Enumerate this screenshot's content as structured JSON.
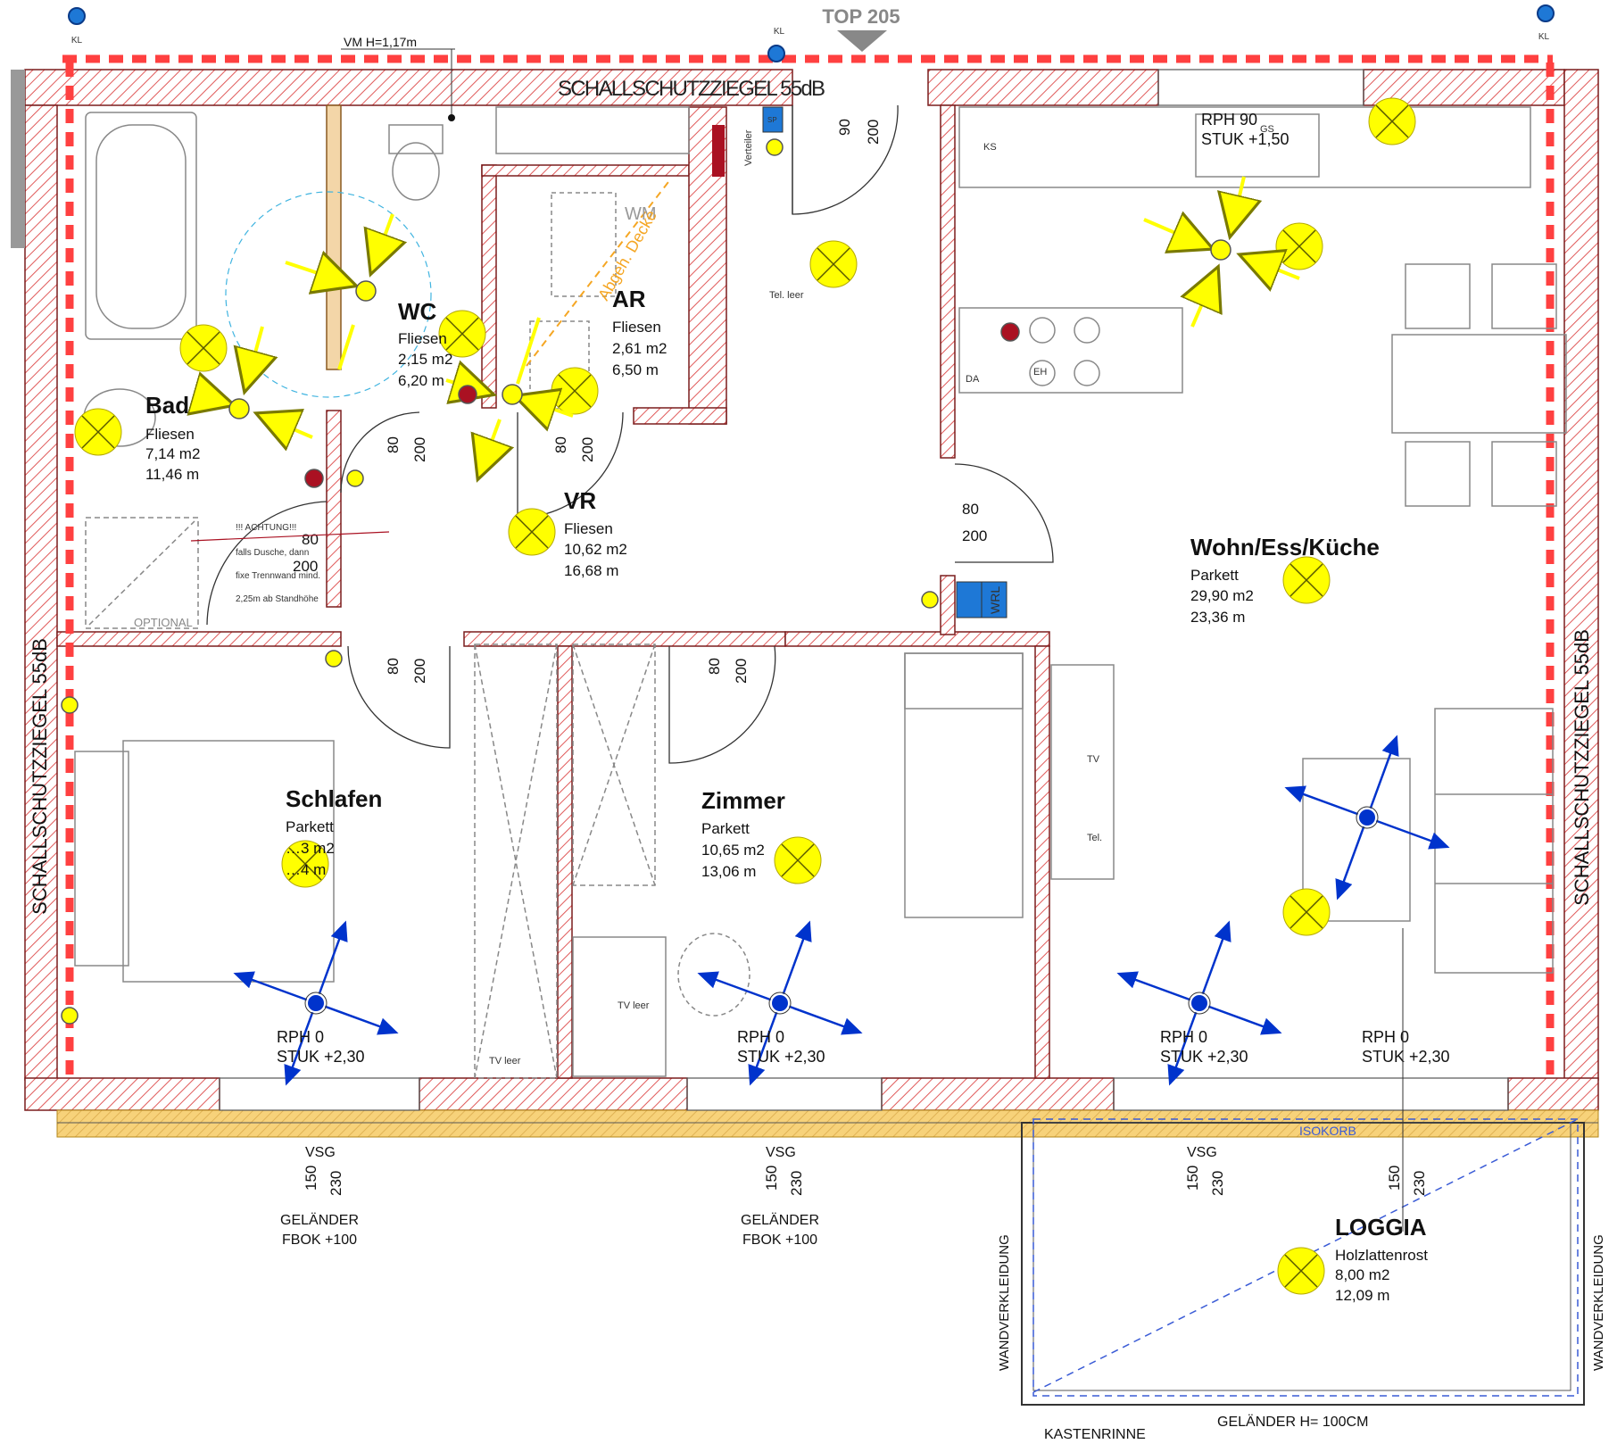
{
  "plan": {
    "top_label": "TOP 205",
    "wall_label_top": "SCHALLSCHUTZZIEGEL 55dB",
    "wall_label_left": "SCHALLSCHUTZZIEGEL 55dB",
    "wall_label_right": "SCHALLSCHUTZZIEGEL 55dB",
    "vm_label": "VM H=1,17m",
    "kl": "KL",
    "rooms": {
      "bad": {
        "name": "Bad",
        "floor": "Fliesen",
        "area": "7,14 m2",
        "perimeter": "11,46 m"
      },
      "wc": {
        "name": "WC",
        "floor": "Fliesen",
        "area": "2,15 m2",
        "perimeter": "6,20 m"
      },
      "ar": {
        "name": "AR",
        "floor": "Fliesen",
        "area": "2,61 m2",
        "perimeter": "6,50 m"
      },
      "vr": {
        "name": "VR",
        "floor": "Fliesen",
        "area": "10,62 m2",
        "perimeter": "16,68 m"
      },
      "wek": {
        "name": "Wohn/Ess/Küche",
        "floor": "Parkett",
        "area": "29,90 m2",
        "perimeter": "23,36 m"
      },
      "schlafen": {
        "name": "Schlafen",
        "floor": "Parkett",
        "area": "…3 m2",
        "perimeter": "…4 m"
      },
      "zimmer": {
        "name": "Zimmer",
        "floor": "Parkett",
        "area": "10,65 m2",
        "perimeter": "13,06 m"
      },
      "loggia": {
        "name": "LOGGIA",
        "floor": "Holzlattenrost",
        "area": "8,00 m2",
        "perimeter": "12,09 m"
      }
    },
    "door_dims": {
      "w80": "80",
      "w90": "90",
      "h200": "200"
    },
    "window_dims": {
      "w150": "150",
      "h230": "230"
    },
    "rph_stuk": [
      {
        "rph": "RPH 0",
        "stuk": "STUK +2,30"
      },
      {
        "rph": "RPH 0",
        "stuk": "STUK +2,30"
      },
      {
        "rph": "RPH 0",
        "stuk": "STUK +2,30"
      },
      {
        "rph": "RPH 0",
        "stuk": "STUK +2,30"
      }
    ],
    "kitchen_rph": "RPH 90",
    "kitchen_stuk": "STUK +1,50",
    "vsg": "VSG",
    "gelaender": "GELÄNDER",
    "fbok": "FBOK +100",
    "gelaender_h": "GELÄNDER H= 100CM",
    "kastenrinne": "KASTENRINNE",
    "isokorb": "ISOKORB",
    "wandverkleidung": "WANDVERKLEIDUNG",
    "wm": "WM",
    "abgeh_decke": "Abgeh. Decke",
    "verteiler": "Verteiler",
    "sp": "SP",
    "wrl": "WRL",
    "tel_leer": "Tel. leer",
    "tv_leer": "TV leer",
    "tv": "TV",
    "tel": "Tel.",
    "ks": "KS",
    "gs": "GS",
    "da": "DA",
    "eh": "EH",
    "optional": "OPTIONAL",
    "achtung_lines": [
      "!!! ACHTUNG!!!",
      "falls Dusche, dann",
      "fixe Trennwand mind.",
      "2,25m ab Standhöhe"
    ]
  },
  "colors": {
    "wall_hatch": "#e05a5a",
    "dashed_red": "#ff4040",
    "lamp_yellow": "#ffff00",
    "arrow_blue": "#0033cc",
    "insulation": "#f7d27a",
    "dashed_blue": "#3a5bd6",
    "socket_red": "#aa1122",
    "outlet_blue": "#1e78d6"
  }
}
